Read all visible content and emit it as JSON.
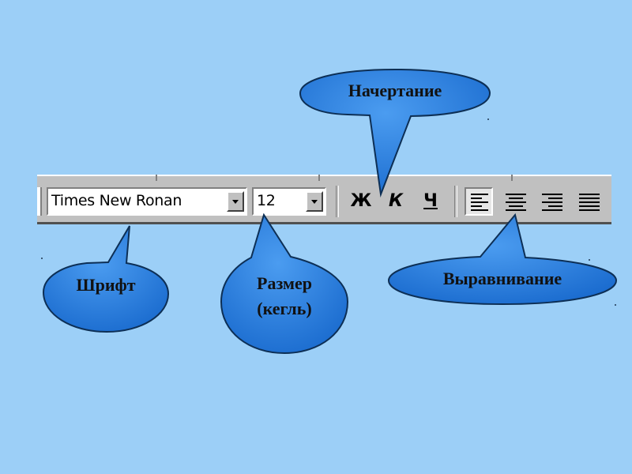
{
  "toolbar": {
    "font_name": "Times New Ronan",
    "font_size": "12",
    "bold_label": "Ж",
    "italic_label": "К",
    "underline_label": "Ч",
    "active_alignment": "left"
  },
  "callouts": {
    "style_label": "Начертание",
    "font_label": "Шрифт",
    "size_label_line1": "Размер",
    "size_label_line2": "(кегль)",
    "align_label": "Выравнивание"
  },
  "colors": {
    "background": "#9ccff7",
    "bubble_fill": "#1f74d6",
    "toolbar_face": "#c0c0c0"
  }
}
